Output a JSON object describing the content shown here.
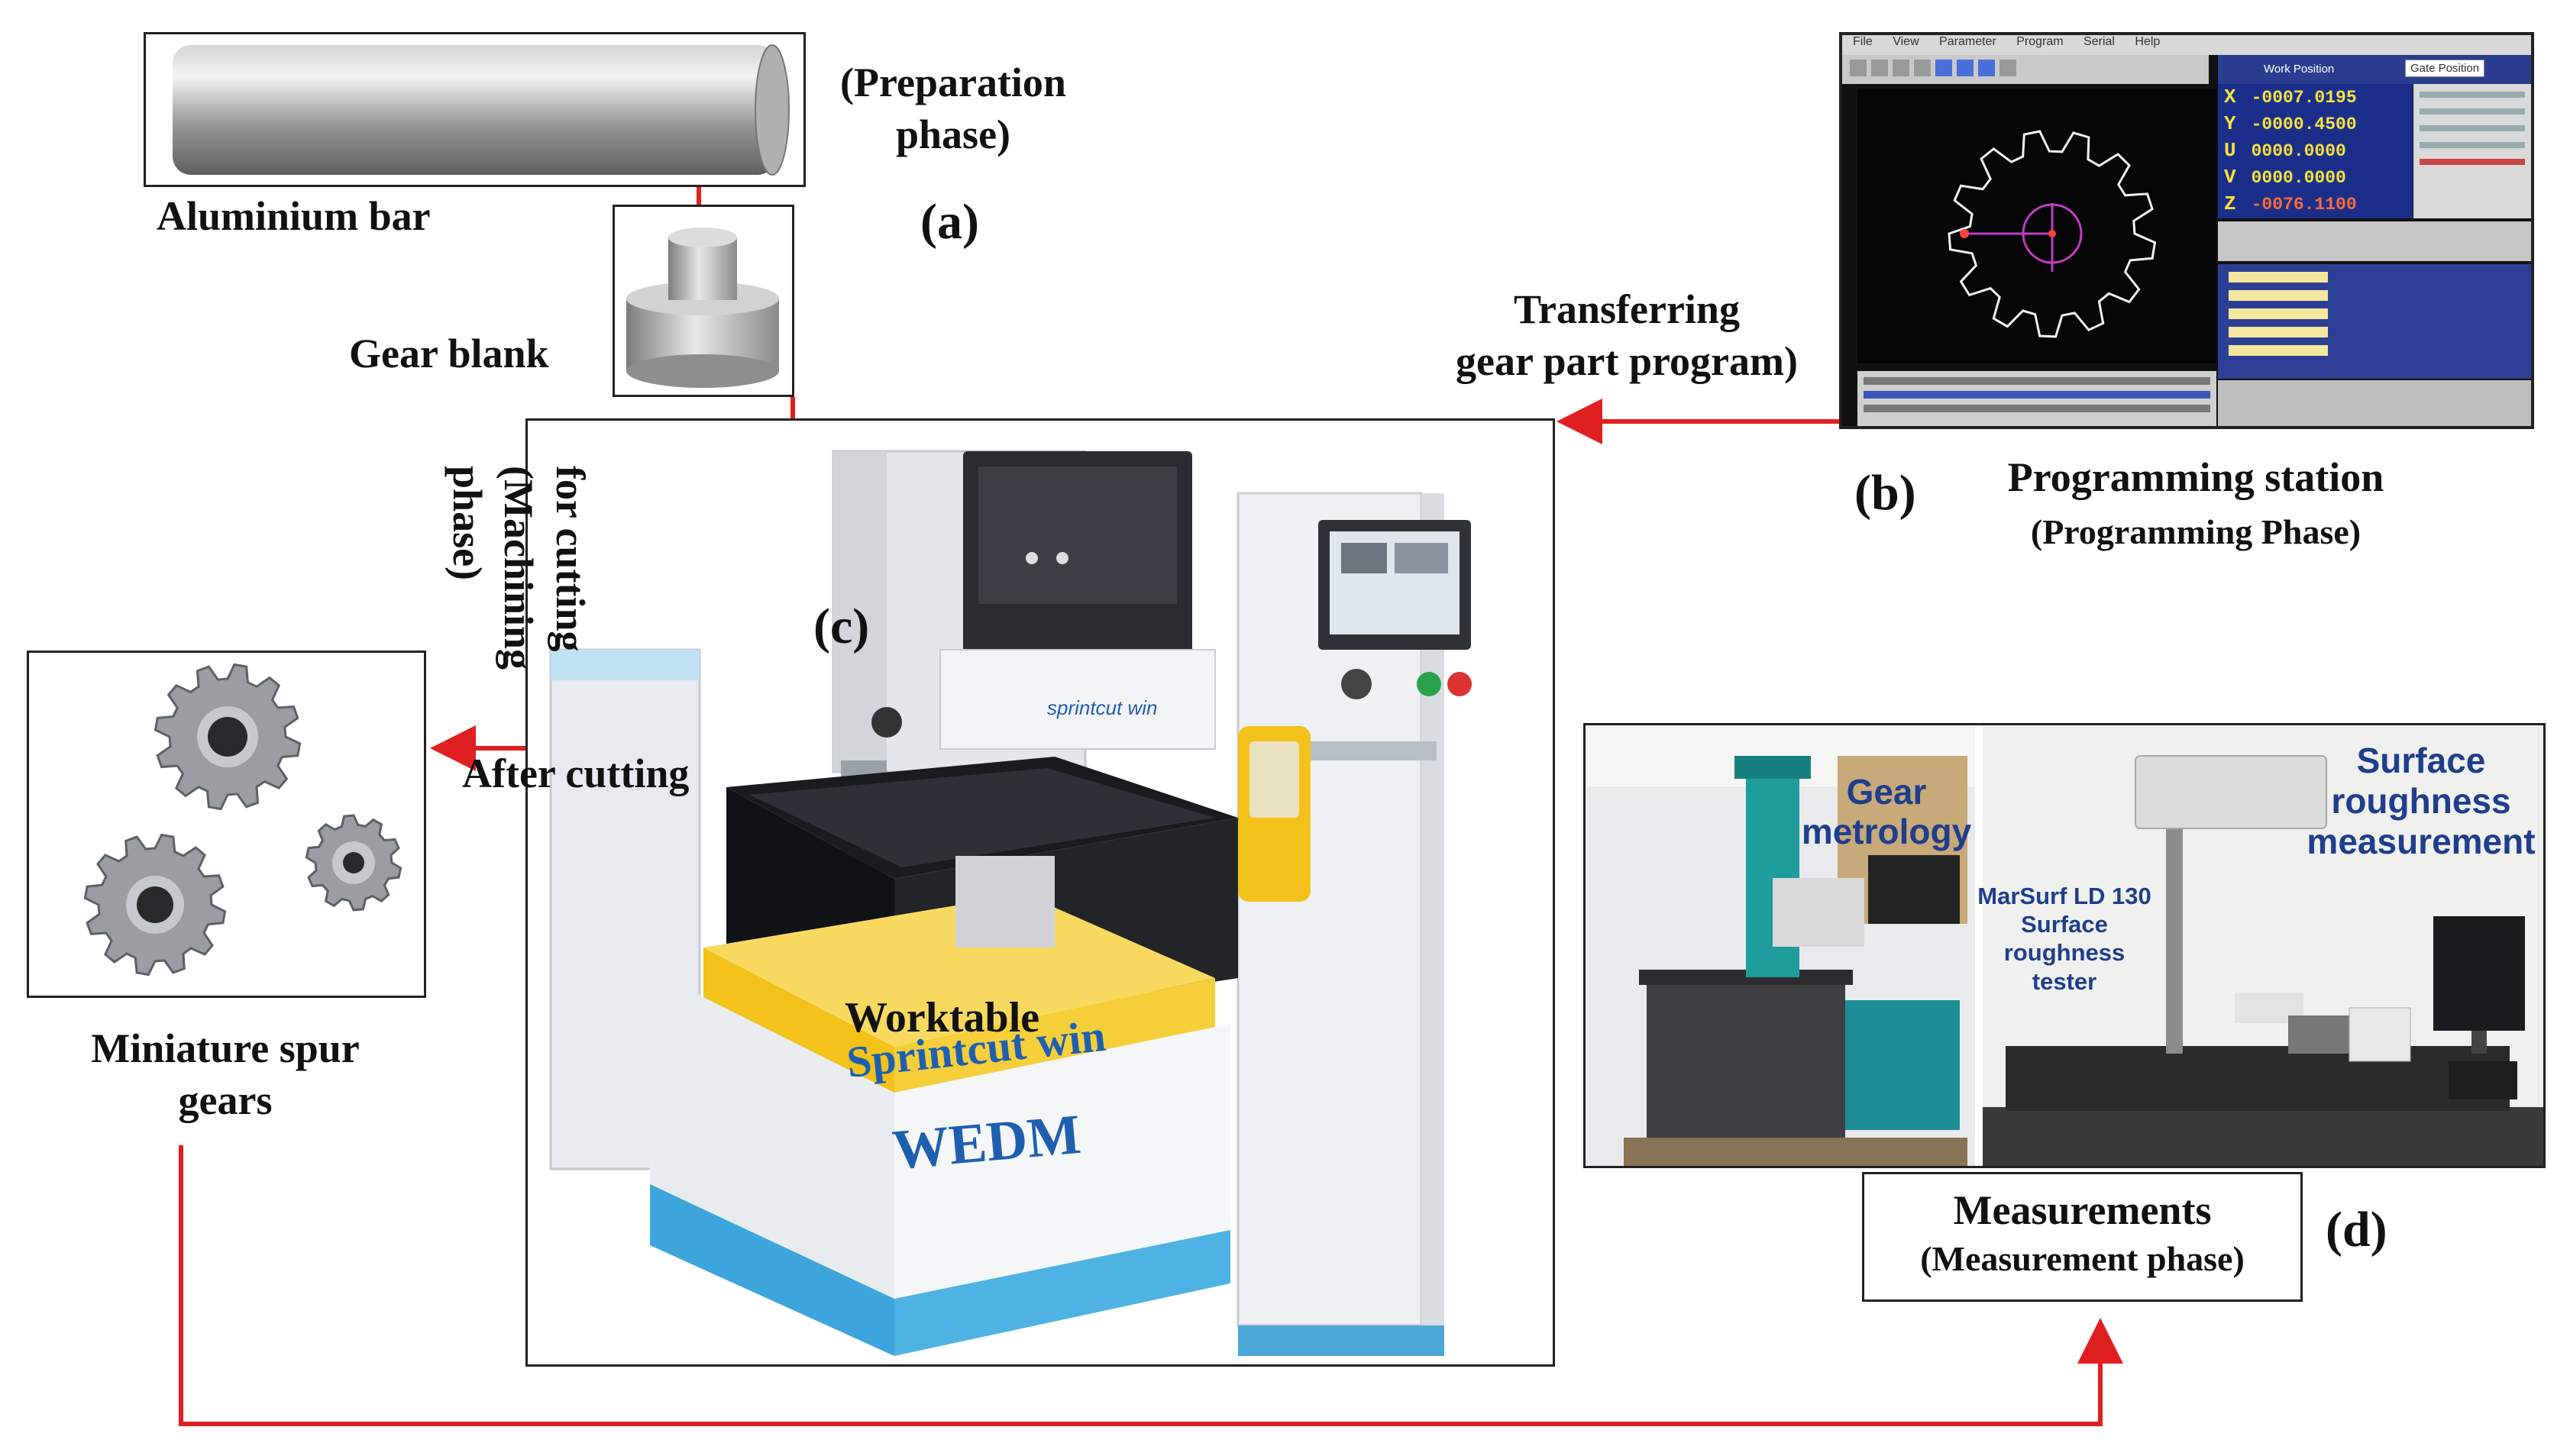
{
  "prep": {
    "bar_label": "Aluminium bar",
    "blank_label": "Gear blank",
    "phase_line1": "(Preparation",
    "phase_line2": "phase)",
    "tag": "(a)"
  },
  "programming": {
    "tag": "(b)",
    "title": "Programming station",
    "subtitle": "(Programming Phase)",
    "transfer_line1": "Transferring",
    "transfer_line2": "gear part program)",
    "screen": {
      "menu": [
        "File",
        "View",
        "Parameter",
        "Program",
        "Serial",
        "Help"
      ],
      "panel_title": "Work Position",
      "dropdown": "Gate Position",
      "axes": [
        {
          "axis": "X",
          "value": "-0007.0195"
        },
        {
          "axis": "Y",
          "value": "-0000.4500"
        },
        {
          "axis": "U",
          "value": "0000.0000"
        },
        {
          "axis": "V",
          "value": "0000.0000"
        },
        {
          "axis": "Z",
          "value": "-0076.1100"
        }
      ]
    }
  },
  "machining": {
    "tag": "(c)",
    "phase_line1": "for cutting",
    "phase_line2": "(Machining",
    "phase_line3": "phase)",
    "after_cutting": "After cutting",
    "worktable": "Worktable",
    "brand": "Sprintcut win",
    "machine": "WEDM",
    "panel_brand": "sprintcut win"
  },
  "gears": {
    "label_line1": "Miniature spur",
    "label_line2": "gears"
  },
  "measurement": {
    "tag": "(d)",
    "box_title": "Measurements",
    "box_subtitle": "(Measurement phase)",
    "gear_line1": "Gear",
    "gear_line2": "metrology",
    "surface_line1": "Surface",
    "surface_line2": "roughness",
    "surface_line3": "measurement",
    "tester_line1": "MarSurf LD 130",
    "tester_line2": "Surface",
    "tester_line3": "roughness tester"
  },
  "colors": {
    "arrow": "#e02020",
    "screen_bg": "#0e0e0e",
    "panel_blue": "#1e3a8a",
    "panel_yellow": "#f4d23a",
    "brand_blue": "#1f5fb0",
    "worktable_yellow": "#f2c21b"
  }
}
